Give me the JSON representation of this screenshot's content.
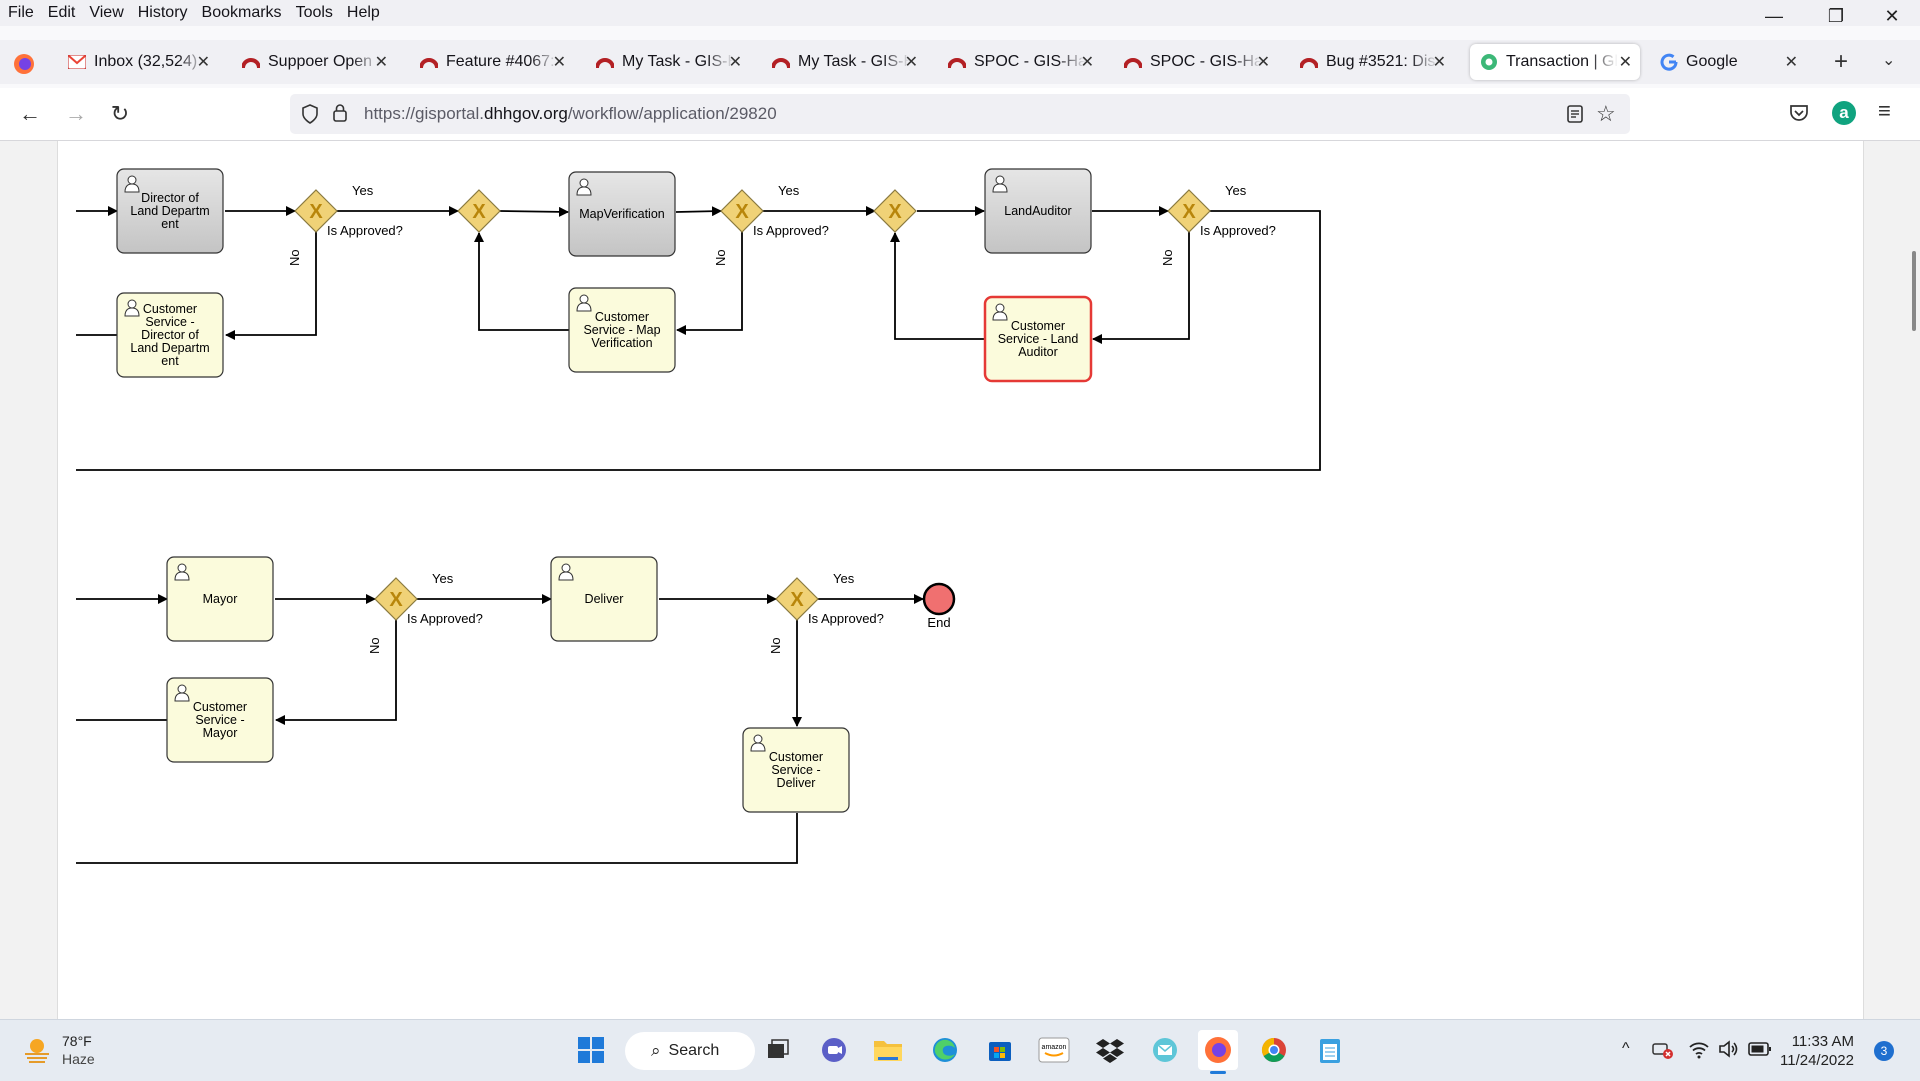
{
  "menu": [
    "File",
    "Edit",
    "View",
    "History",
    "Bookmarks",
    "Tools",
    "Help"
  ],
  "tabs": [
    {
      "title": "Inbox (32,524) - ",
      "icon": "gmail-icon"
    },
    {
      "title": "Suppoer Open / ",
      "icon": "redmine-icon"
    },
    {
      "title": "Feature #4067: ",
      "icon": "redmine-icon"
    },
    {
      "title": "My Task - GIS-H",
      "icon": "redmine-icon"
    },
    {
      "title": "My Task - GIS-H",
      "icon": "redmine-icon"
    },
    {
      "title": "SPOC - GIS-Har",
      "icon": "redmine-icon"
    },
    {
      "title": "SPOC - GIS-Har",
      "icon": "redmine-icon"
    },
    {
      "title": "Bug #3521: Dist",
      "icon": "redmine-icon"
    },
    {
      "title": "Transaction | Gl",
      "icon": "portal-icon",
      "active": true
    },
    {
      "title": "Google",
      "icon": "google-icon"
    }
  ],
  "url": {
    "prefix": "https://gisportal.",
    "domain": "dhhgov.org",
    "path": "/workflow/application/29820"
  },
  "diagram": {
    "tasks": {
      "director": "Director of Land Departm ent",
      "cs_director": "Customer Service - Director of Land Departm ent",
      "map_verification": "MapVerification",
      "cs_map": "Customer Service - Map Verification",
      "land_auditor": "LandAuditor",
      "cs_land_auditor": "Customer Service - Land Auditor",
      "mayor": "Mayor",
      "cs_mayor": "Customer Service - Mayor",
      "deliver": "Deliver",
      "cs_deliver": "Customer Service - Deliver"
    },
    "gateway_label": "Is Approved?",
    "yes": "Yes",
    "no": "No",
    "end": "End",
    "colors": {
      "gray_task": "#d4d4d4",
      "yellow_task": "#fbfbdc",
      "active_border": "#e53935",
      "gateway": "#f0d277",
      "end": "#f07070"
    }
  },
  "weather": {
    "temp": "78°F",
    "condition": "Haze"
  },
  "search_label": "Search",
  "clock": {
    "time": "11:33 AM",
    "date": "11/24/2022"
  },
  "notification_count": "3"
}
